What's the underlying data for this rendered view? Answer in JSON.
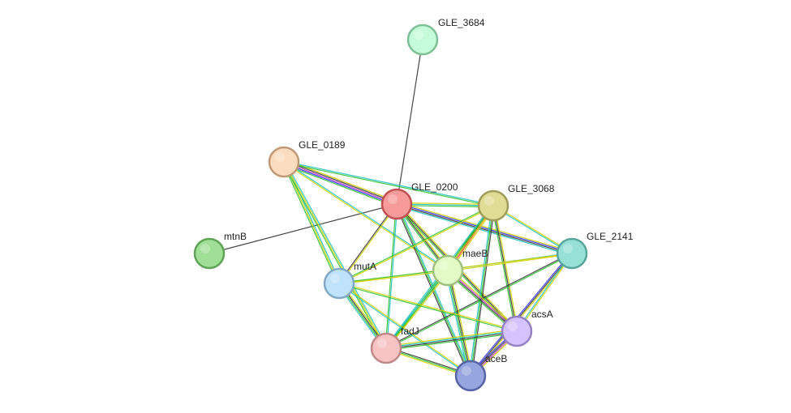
{
  "nodes": [
    {
      "id": "GLE_3684",
      "label": "GLE_3684",
      "fill": "#c6fbd9",
      "stroke": "#7fbf96"
    },
    {
      "id": "GLE_0189",
      "label": "GLE_0189",
      "fill": "#fbdcbe",
      "stroke": "#c09a77"
    },
    {
      "id": "GLE_0200",
      "label": "GLE_0200",
      "fill": "#f79a9a",
      "stroke": "#c05050"
    },
    {
      "id": "GLE_3068",
      "label": "GLE_3068",
      "fill": "#e0dc96",
      "stroke": "#a09c58"
    },
    {
      "id": "GLE_2141",
      "label": "GLE_2141",
      "fill": "#96e0d6",
      "stroke": "#57a59b"
    },
    {
      "id": "mtnB",
      "label": "mtnB",
      "fill": "#a0e096",
      "stroke": "#5ea356"
    },
    {
      "id": "mutA",
      "label": "mutA",
      "fill": "#bfe3fb",
      "stroke": "#81a9c4"
    },
    {
      "id": "maeB",
      "label": "maeB",
      "fill": "#e2fbc6",
      "stroke": "#a0c080"
    },
    {
      "id": "acsA",
      "label": "acsA",
      "fill": "#d5c3fb",
      "stroke": "#9582c4"
    },
    {
      "id": "fadJ",
      "label": "fadJ",
      "fill": "#f7c3c3",
      "stroke": "#c08787"
    },
    {
      "id": "aceB",
      "label": "aceB",
      "fill": "#96a4e0",
      "stroke": "#5664a6"
    }
  ],
  "edges": [
    {
      "source": "GLE_3684",
      "target": "GLE_0200",
      "colors": [
        "#333333"
      ]
    },
    {
      "source": "mtnB",
      "target": "GLE_0200",
      "colors": [
        "#333333"
      ]
    },
    {
      "source": "GLE_0189",
      "target": "GLE_0200",
      "colors": [
        "#d0d000",
        "#333333",
        "#c040c0",
        "#3030ff",
        "#30c030"
      ]
    },
    {
      "source": "GLE_0189",
      "target": "mutA",
      "colors": [
        "#20c0c0",
        "#d0d000",
        "#30c030"
      ]
    },
    {
      "source": "GLE_0189",
      "target": "fadJ",
      "colors": [
        "#20c0c0",
        "#d0d000",
        "#30c030"
      ]
    },
    {
      "source": "GLE_0189",
      "target": "maeB",
      "colors": [
        "#20c0c0",
        "#d0d000"
      ]
    },
    {
      "source": "GLE_0189",
      "target": "GLE_3068",
      "colors": [
        "#20c0c0",
        "#30c030"
      ]
    },
    {
      "source": "GLE_0200",
      "target": "GLE_3068",
      "colors": [
        "#d0d000",
        "#20c0c0",
        "#30c030"
      ]
    },
    {
      "source": "GLE_0200",
      "target": "GLE_2141",
      "colors": [
        "#d0d000",
        "#3030ff",
        "#333333",
        "#20c0c0"
      ]
    },
    {
      "source": "GLE_0200",
      "target": "maeB",
      "colors": [
        "#d0d000",
        "#333333",
        "#30c030"
      ]
    },
    {
      "source": "GLE_0200",
      "target": "mutA",
      "colors": [
        "#d0d000",
        "#333333"
      ]
    },
    {
      "source": "GLE_0200",
      "target": "fadJ",
      "colors": [
        "#20c0c0",
        "#30c030"
      ]
    },
    {
      "source": "GLE_0200",
      "target": "aceB",
      "colors": [
        "#20c0c0",
        "#30c030",
        "#333333"
      ]
    },
    {
      "source": "GLE_0200",
      "target": "acsA",
      "colors": [
        "#d0d000",
        "#333333",
        "#30c030"
      ]
    },
    {
      "source": "GLE_3068",
      "target": "GLE_2141",
      "colors": [
        "#d0d000",
        "#20c0c0"
      ]
    },
    {
      "source": "GLE_3068",
      "target": "maeB",
      "colors": [
        "#d0d000",
        "#ff3030",
        "#333333",
        "#30c030"
      ]
    },
    {
      "source": "GLE_3068",
      "target": "mutA",
      "colors": [
        "#d0d000",
        "#30c030"
      ]
    },
    {
      "source": "GLE_3068",
      "target": "fadJ",
      "colors": [
        "#d0d000",
        "#30c030",
        "#20c0c0"
      ]
    },
    {
      "source": "GLE_3068",
      "target": "aceB",
      "colors": [
        "#333333",
        "#30c030",
        "#20c0c0"
      ]
    },
    {
      "source": "GLE_3068",
      "target": "acsA",
      "colors": [
        "#d0d000",
        "#333333",
        "#30c030"
      ]
    },
    {
      "source": "GLE_2141",
      "target": "maeB",
      "colors": [
        "#d0d000",
        "#20c0c0"
      ]
    },
    {
      "source": "GLE_2141",
      "target": "mutA",
      "colors": [
        "#d0d000"
      ]
    },
    {
      "source": "GLE_2141",
      "target": "fadJ",
      "colors": [
        "#30c030",
        "#333333"
      ]
    },
    {
      "source": "GLE_2141",
      "target": "aceB",
      "colors": [
        "#d0d000",
        "#333333",
        "#3030ff"
      ]
    },
    {
      "source": "GLE_2141",
      "target": "acsA",
      "colors": [
        "#d0d000",
        "#20c0c0"
      ]
    },
    {
      "source": "maeB",
      "target": "mutA",
      "colors": [
        "#d0d000",
        "#30c030"
      ]
    },
    {
      "source": "maeB",
      "target": "fadJ",
      "colors": [
        "#d0d000",
        "#30c030",
        "#20c0c0"
      ]
    },
    {
      "source": "maeB",
      "target": "aceB",
      "colors": [
        "#d0d000",
        "#333333",
        "#30c030",
        "#20c0c0"
      ]
    },
    {
      "source": "maeB",
      "target": "acsA",
      "colors": [
        "#d0d000",
        "#c040c0",
        "#333333",
        "#30c030"
      ]
    },
    {
      "source": "mutA",
      "target": "fadJ",
      "colors": [
        "#d0d000",
        "#333333",
        "#30c030",
        "#20c0c0"
      ]
    },
    {
      "source": "mutA",
      "target": "aceB",
      "colors": [
        "#d0d000",
        "#20c0c0"
      ]
    },
    {
      "source": "mutA",
      "target": "acsA",
      "colors": [
        "#d0d000",
        "#30c030"
      ]
    },
    {
      "source": "fadJ",
      "target": "aceB",
      "colors": [
        "#333333",
        "#30c030",
        "#d0d000"
      ]
    },
    {
      "source": "fadJ",
      "target": "acsA",
      "colors": [
        "#d0d000",
        "#20c0c0",
        "#333333",
        "#30c030"
      ]
    },
    {
      "source": "acsA",
      "target": "aceB",
      "colors": [
        "#d0d000",
        "#c040c0",
        "#333333",
        "#3030ff"
      ]
    }
  ]
}
